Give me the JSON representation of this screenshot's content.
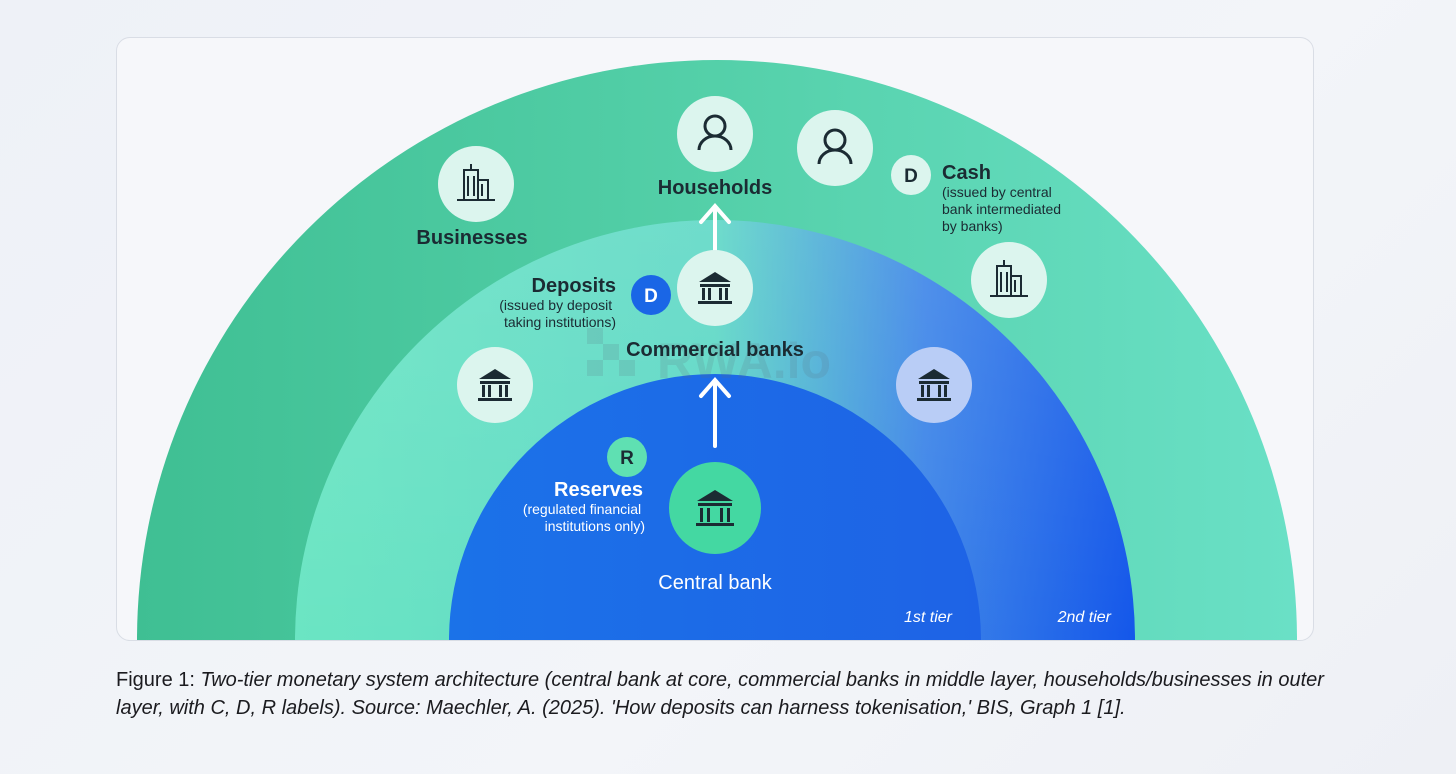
{
  "diagram": {
    "labels": {
      "households": "Households",
      "businesses": "Businesses",
      "cash_title": "Cash",
      "cash_note": [
        "(issued by central",
        "bank intermediated",
        "by banks)"
      ],
      "cash_letter": "D",
      "deposits_title": "Deposits",
      "deposits_note": [
        "(issued by deposit",
        "taking institutions)"
      ],
      "deposits_letter": "D",
      "commercial_banks": "Commercial banks",
      "reserves_title": "Reserves",
      "reserves_note": [
        "(regulated financial",
        "institutions only)"
      ],
      "reserves_letter": "R",
      "central_bank": "Central bank",
      "tier1": "1st tier",
      "tier2": "2nd tier"
    },
    "watermark": "RWA.io",
    "icons": [
      "person-icon",
      "person-icon",
      "office-building-icon",
      "office-building-icon",
      "bank-icon",
      "bank-icon",
      "bank-icon",
      "bank-icon"
    ],
    "colors": {
      "outer_ring": "#4fd0a4",
      "middle_ring": "#62dfbf",
      "inner_core": "#1e6fe8",
      "icon_circle": "#dcf5ee",
      "central_icon_circle": "#44d8a2",
      "badge_green": "#5fe0b2",
      "badge_blue": "#1a66e6"
    }
  },
  "caption": {
    "prefix": "Figure 1: ",
    "text": "Two-tier monetary system architecture (central bank at core, commercial banks in middle layer, households/businesses in outer layer, with C, D, R labels). Source: Maechler, A. (2025). 'How deposits can harness tokenisation,' BIS, Graph 1 [1]."
  }
}
